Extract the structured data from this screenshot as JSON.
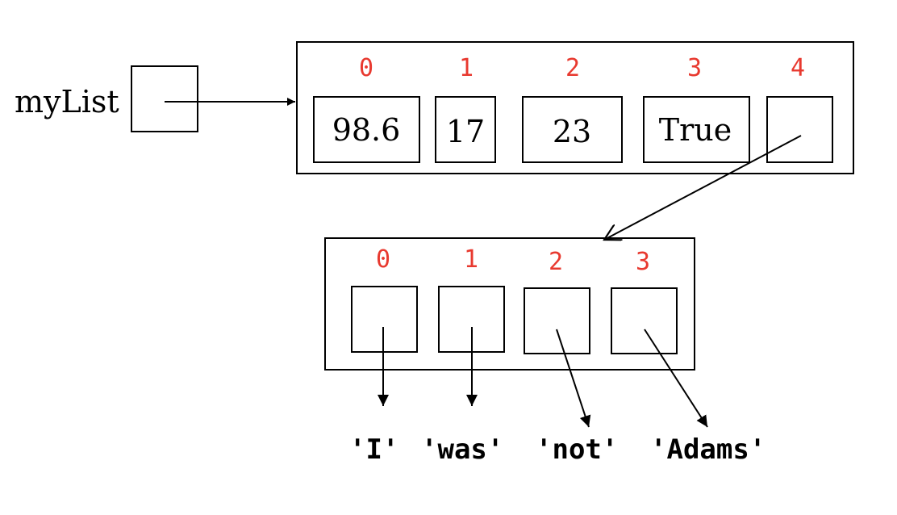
{
  "index_color": "#e8392f",
  "variable": {
    "name": "myList"
  },
  "outer_list": {
    "indices": [
      "0",
      "1",
      "2",
      "3",
      "4"
    ],
    "values": [
      "98.6",
      "17",
      "23",
      "True",
      ""
    ]
  },
  "inner_list": {
    "indices": [
      "0",
      "1",
      "2",
      "3"
    ]
  },
  "strings": [
    "'I'",
    "'was'",
    "'not'",
    "'Adams'"
  ]
}
